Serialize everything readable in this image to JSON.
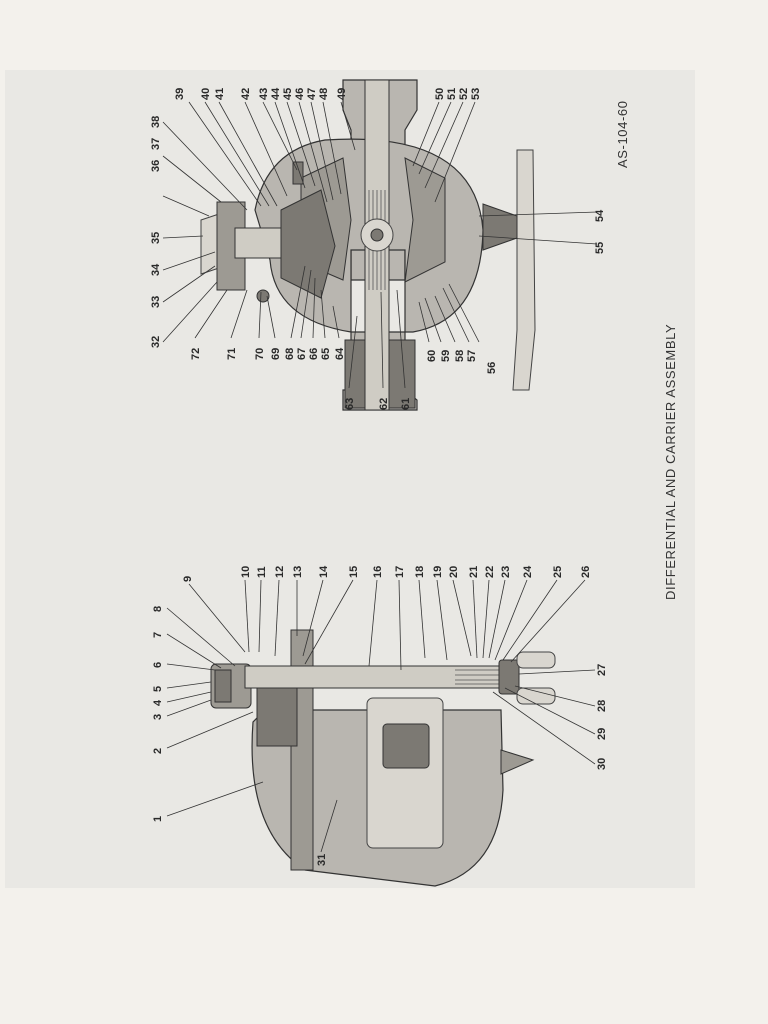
{
  "diagram": {
    "caption": "DIFFERENTIAL AND CARRIER ASSEMBLY",
    "plate_number": "AS-104-60",
    "upper_view_callouts": [
      "32",
      "33",
      "34",
      "35",
      "36",
      "37",
      "38",
      "39",
      "40",
      "41",
      "42",
      "43",
      "44",
      "45",
      "46",
      "47",
      "48",
      "49",
      "50",
      "51",
      "52",
      "53",
      "54",
      "55",
      "56",
      "57",
      "58",
      "59",
      "60",
      "61",
      "62",
      "63",
      "64",
      "65",
      "66",
      "67",
      "68",
      "69",
      "70",
      "71",
      "72"
    ],
    "lower_view_callouts": [
      "1",
      "2",
      "3",
      "4",
      "5",
      "6",
      "7",
      "8",
      "9",
      "10",
      "11",
      "12",
      "13",
      "14",
      "15",
      "16",
      "17",
      "18",
      "19",
      "20",
      "21",
      "22",
      "23",
      "24",
      "25",
      "26",
      "27",
      "28",
      "29",
      "30",
      "31"
    ]
  }
}
